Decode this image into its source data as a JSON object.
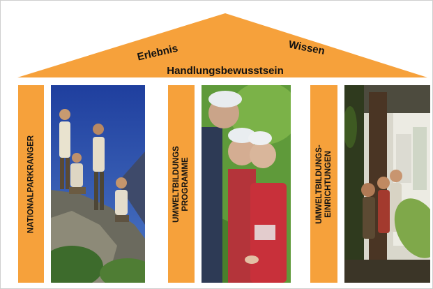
{
  "roof": {
    "left_word": "Erlebnis",
    "right_word": "Wissen",
    "base_text": "Handlungsbewusstsein",
    "color": "#f6a13b"
  },
  "pillars": [
    {
      "label": "NATIONALPARKRANGER"
    },
    {
      "label_line1": "UMWELTBILDUNGS",
      "label_line2": "PROGRAMME"
    },
    {
      "label_line1": "UMWELTBILDUNGS-",
      "label_line2": "EINRICHTUNGEN"
    }
  ],
  "photos": [
    {
      "name": "rangers-on-rock-photo"
    },
    {
      "name": "children-with-caps-photo"
    },
    {
      "name": "exhibition-children-photo"
    }
  ]
}
